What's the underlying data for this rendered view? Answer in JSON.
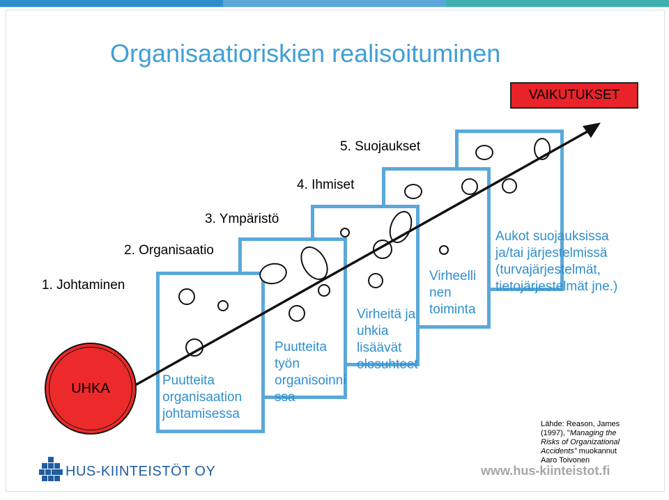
{
  "title": "Organisaatioriskien realisoituminen",
  "effects_label": "VAIKUTUKSET",
  "threat_label": "UHKA",
  "layers": [
    {
      "label": "1. Johtaminen",
      "description": [
        "Puutteita",
        "organisaation",
        "johtamisessa"
      ]
    },
    {
      "label": "2. Organisaatio",
      "description": [
        "Puutteita",
        "työn",
        "organisoinni",
        "ssa"
      ]
    },
    {
      "label": "3. Ympäristö",
      "description": [
        "Virheitä ja",
        "uhkia",
        "lisäävät",
        "olosuhteet"
      ]
    },
    {
      "label": "4. Ihmiset",
      "description": [
        "Virheelli",
        "nen",
        "toiminta"
      ]
    },
    {
      "label": "5. Suojaukset",
      "description": [
        "Aukot suojauksissa",
        "ja/tai järjestelmissä",
        "(turvajärjestelmät,",
        "tietojärjestelmät jne.)"
      ]
    }
  ],
  "source": {
    "line1": "Lähde: Reason, James",
    "line2_prefix": "(1997), \"",
    "line2_italic": "Managing the",
    "line3_italic": "Risks of Organizational",
    "line4_italic": "Accidents\"",
    "line4_suffix": " muokannut",
    "line5": "Aaro Toivonen"
  },
  "logo_text": "HUS-KIINTEISTÖT OY",
  "footer_url": "www.hus-kiinteistot.fi",
  "colors": {
    "title": "#3f9fd6",
    "layer_frame": "#5aa8da",
    "threat": "#ec2a2a",
    "effects": "#e8232a",
    "description": "#2f8fce",
    "logo": "#1f5d9e"
  }
}
